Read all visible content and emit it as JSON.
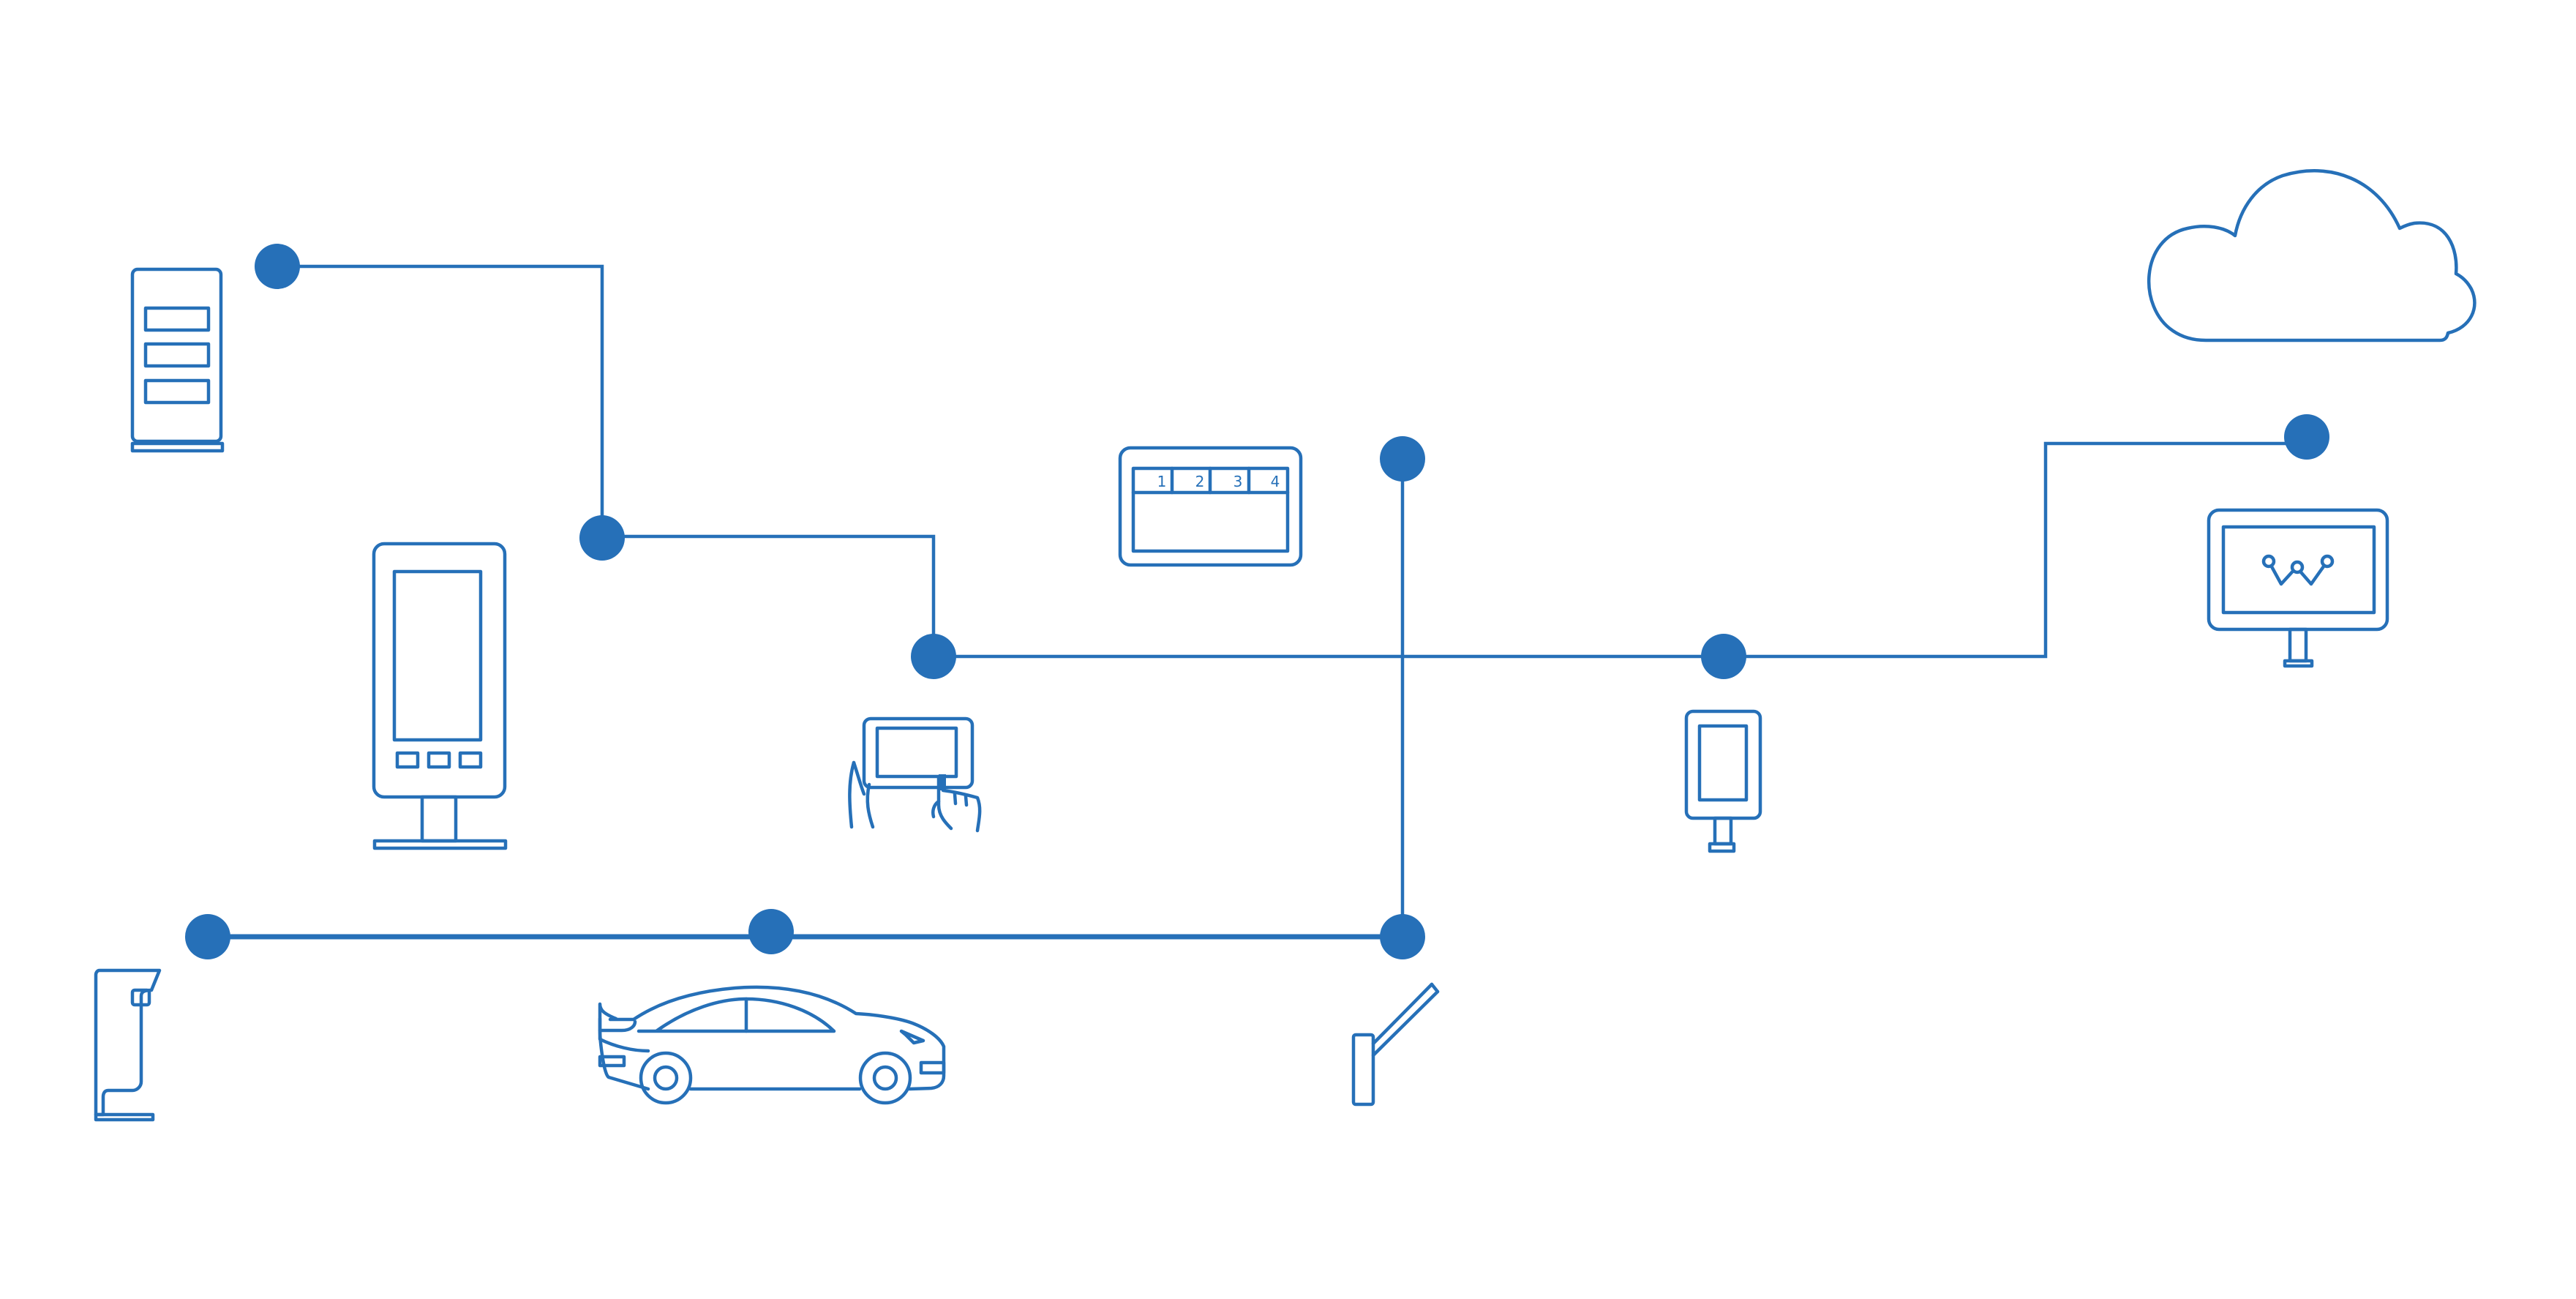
{
  "colors": {
    "line": "#2670B8",
    "node": "#2670B8",
    "background": "#FFFFFF"
  },
  "devices": [
    {
      "name": "server-icon"
    },
    {
      "name": "kiosk-stand-icon"
    },
    {
      "name": "tablet-touch-icon"
    },
    {
      "name": "multi-screen-monitor-icon",
      "labels": [
        "1",
        "2",
        "3",
        "4"
      ]
    },
    {
      "name": "small-kiosk-icon"
    },
    {
      "name": "cloud-icon"
    },
    {
      "name": "smart-display-icon"
    },
    {
      "name": "dispenser-icon"
    },
    {
      "name": "car-icon"
    },
    {
      "name": "parking-barrier-icon"
    }
  ]
}
